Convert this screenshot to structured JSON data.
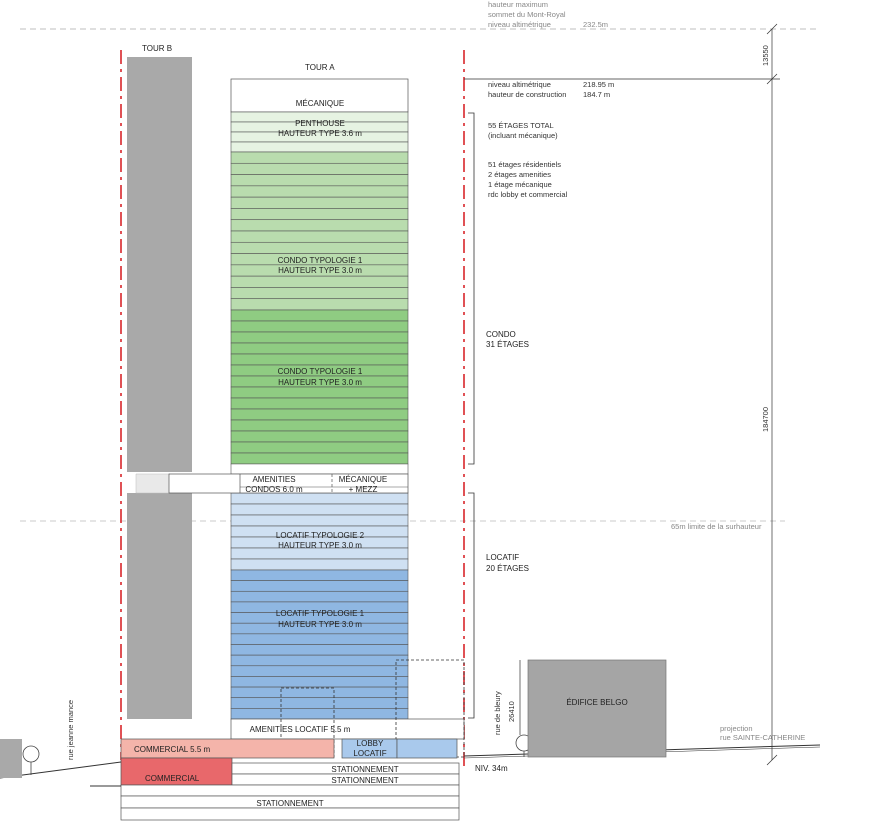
{
  "top_note": {
    "line1": "hauteur maximum",
    "line2": "sommet du Mont-Royal",
    "line3": "niveau altimétrique",
    "value": "232.5m"
  },
  "tower_b_label": "TOUR B",
  "tower_a_label": "TOUR A",
  "dim_top": "13550",
  "dim_height": "184700",
  "dim_belgo": "26410",
  "altitude": {
    "l1": "niveau altimétrique",
    "v1": "218.95 m",
    "l2": "hauteur de construction",
    "v2": "184.7 m"
  },
  "summary": {
    "line1": "55 ÉTAGES TOTAL",
    "line2": "(incluant mécanique)",
    "line3": "51 étages résidentiels",
    "line4": "2 étages amenities",
    "line5": "1 étage mécanique",
    "line6": "rdc lobby et commercial"
  },
  "floors": {
    "mecanique": "MÉCANIQUE",
    "penthouse_1": "PENTHOUSE",
    "penthouse_2": "HAUTEUR TYPE 3.6 m",
    "condo_a_1": "CONDO TYPOLOGIE 1",
    "condo_a_2": "HAUTEUR TYPE 3.0 m",
    "condo_b_1": "CONDO TYPOLOGIE 1",
    "condo_b_2": "HAUTEUR TYPE 3.0 m",
    "amenities_1": "AMENITIES",
    "amenities_2": "CONDOS 6.0 m",
    "meca_mezz_1": "MÉCANIQUE",
    "meca_mezz_2": "+ MEZZ",
    "locatif2_1": "LOCATIF TYPOLOGIE 2",
    "locatif2_2": "HAUTEUR TYPE 3.0 m",
    "locatif1_1": "LOCATIF TYPOLOGIE 1",
    "locatif1_2": "HAUTEUR TYPE 3.0 m",
    "amenities_locatif": "AMENITIES LOCATIF 5.5 m",
    "commercial_upper": "COMMERCIAL 5.5 m",
    "lobby_1": "LOBBY",
    "lobby_2": "LOCATIF",
    "commercial_lower": "COMMERCIAL",
    "stationnement_1": "STATIONNEMENT",
    "stationnement_2": "STATIONNEMENT",
    "stationnement_3": "STATIONNEMENT"
  },
  "groups": {
    "condo_1": "CONDO",
    "condo_2": "31  ÉTAGES",
    "locatif_1": "LOCATIF",
    "locatif_2": "20 ÉTAGES"
  },
  "limit_note": "65m limite de la surhauteur",
  "edifice_belgo": "ÉDIFICE BELGO",
  "rue_bleury": "rue de bleury",
  "rue_jeanne_mance": "rue jeanne mance",
  "niv": "NIV. 34m",
  "projection_1": "projection",
  "projection_2": "rue SAINTE-CATHERINE",
  "colors": {
    "condo_light": "#d7ecd2",
    "condo_mid": "#b9dcae",
    "condo_dark": "#8fcc82",
    "penthouse": "#e6f3e2",
    "locatif_light": "#cfe0f2",
    "locatif_dark": "#8fb7e2",
    "lobby": "#a9c9ec",
    "commercial_upper": "#f4b4aa",
    "commercial_lower": "#e8686b",
    "tower_b": "#a9a9a9",
    "belgo": "#a5a5a5",
    "limit_red": "#d9262b"
  }
}
